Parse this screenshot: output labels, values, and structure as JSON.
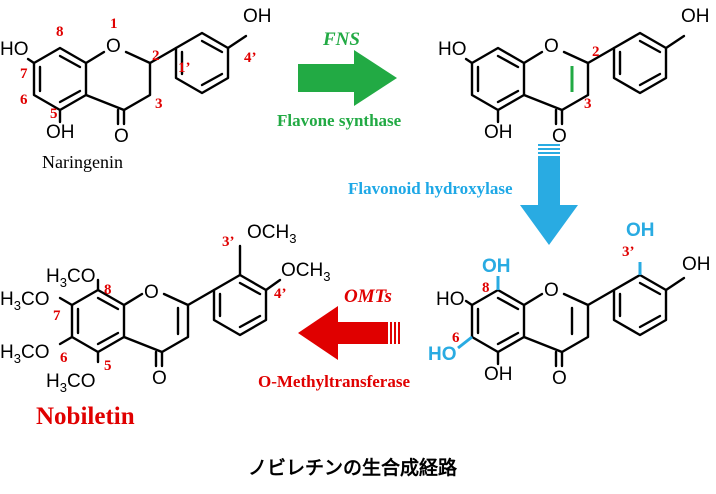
{
  "compounds": {
    "naringenin": "Naringenin",
    "nobiletin": "Nobiletin"
  },
  "atoms": {
    "oh": "OH",
    "ho": "HO",
    "o": "O",
    "och3": "OCH3",
    "h3co": "H3CO",
    "h3co_alt": "H3CO",
    "och3_left": "O",
    "ch3_left": "CH3",
    "methyl_prefix": "H3C"
  },
  "position_numbers": {
    "p1": "1",
    "p2": "2",
    "p3": "3",
    "p4p": "4’",
    "p1p": "1’",
    "p5": "5",
    "p6": "6",
    "p7": "7",
    "p8": "8",
    "p3p": "3’"
  },
  "enzymes": {
    "fns_abbr": "FNS",
    "fns_name": "Flavone synthase",
    "hydroxylase_name": "Flavonoid hydroxylase",
    "omts_abbr": "OMTs",
    "omt_name": "O-Methyltransferase"
  },
  "caption": "ノビレチンの生合成経路",
  "colors": {
    "green": "#22aa44",
    "blue": "#29abe2",
    "red": "#e00000",
    "black": "#000000"
  }
}
